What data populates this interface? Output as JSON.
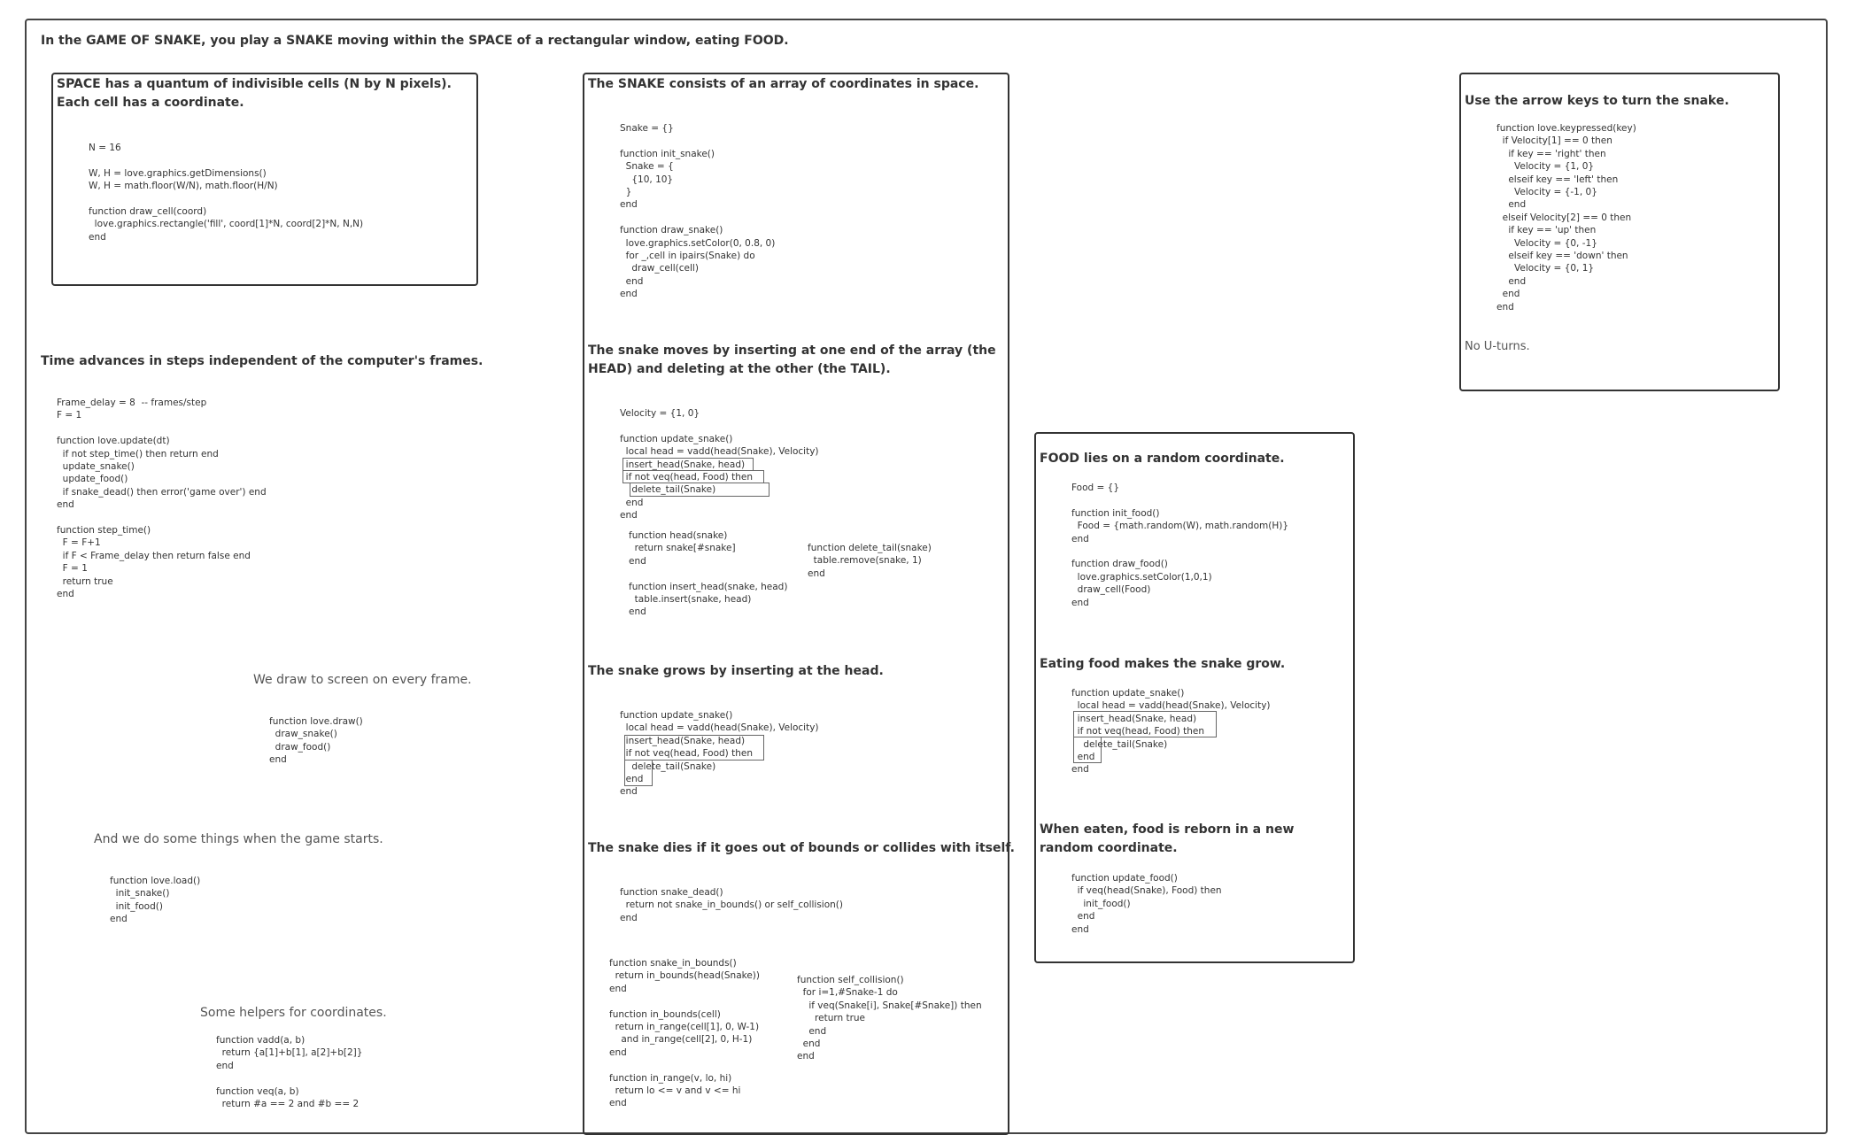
{
  "intro": "In the GAME OF SNAKE, you play a SNAKE moving within the SPACE of a rectangular window, eating FOOD.",
  "space": {
    "heading": "SPACE has a quantum of indivisible cells (N by N pixels). Each cell has a coordinate.",
    "code": "N = 16\n\nW, H = love.graphics.getDimensions()\nW, H = math.floor(W/N), math.floor(H/N)\n\nfunction draw_cell(coord)\n  love.graphics.rectangle('fill', coord[1]*N, coord[2]*N, N,N)\nend"
  },
  "time": {
    "heading": "Time advances in steps independent of the computer's frames.",
    "code": "Frame_delay = 8  -- frames/step\nF = 1\n\nfunction love.update(dt)\n  if not step_time() then return end\n  update_snake()\n  update_food()\n  if snake_dead() then error('game over') end\nend\n\nfunction step_time()\n  F = F+1\n  if F < Frame_delay then return false end\n  F = 1\n  return true\nend"
  },
  "draw": {
    "heading": "We draw to screen on every frame.",
    "code": "function love.draw()\n  draw_snake()\n  draw_food()\nend"
  },
  "load": {
    "heading": "And we do some things when the game starts.",
    "code": "function love.load()\n  init_snake()\n  init_food()\nend"
  },
  "helpers": {
    "heading": "Some helpers for coordinates.",
    "code": "function vadd(a, b)\n  return {a[1]+b[1], a[2]+b[2]}\nend\n\nfunction veq(a, b)\n  return #a == 2 and #b == 2"
  },
  "snake": {
    "heading": "The SNAKE consists of an array of coordinates in space.",
    "code": "Snake = {}\n\nfunction init_snake()\n  Snake = {\n    {10, 10}\n  }\nend\n\nfunction draw_snake()\n  love.graphics.setColor(0, 0.8, 0)\n  for _,cell in ipairs(Snake) do\n    draw_cell(cell)\n  end\nend",
    "moves_heading": "The snake moves by inserting at one end of the array (the HEAD) and deleting at the other (the TAIL).",
    "moves_code": "Velocity = {1, 0}\n\nfunction update_snake()\n  local head = vadd(head(Snake), Velocity)\n  insert_head(Snake, head)\n  if not veq(head, Food) then\n    delete_tail(Snake)\n  end\nend",
    "head_code": "function head(snake)\n  return snake[#snake]\nend\n\nfunction insert_head(snake, head)\n  table.insert(snake, head)\nend",
    "tail_code": "function delete_tail(snake)\n  table.remove(snake, 1)\nend",
    "grows_heading": "The snake grows by inserting at the head.",
    "grows_code": "function update_snake()\n  local head = vadd(head(Snake), Velocity)\n  insert_head(Snake, head)\n  if not veq(head, Food) then\n    delete_tail(Snake)\n  end\nend",
    "dies_heading": "The snake dies if it goes out of bounds or collides with itself.",
    "dies_code": "function snake_dead()\n  return not snake_in_bounds() or self_collision()\nend",
    "bounds_code": "function snake_in_bounds()\n  return in_bounds(head(Snake))\nend\n\nfunction in_bounds(cell)\n  return in_range(cell[1], 0, W-1)\n    and in_range(cell[2], 0, H-1)\nend\n\nfunction in_range(v, lo, hi)\n  return lo <= v and v <= hi\nend",
    "collision_code": "function self_collision()\n  for i=1,#Snake-1 do\n    if veq(Snake[i], Snake[#Snake]) then\n      return true\n    end\n  end\nend"
  },
  "food": {
    "heading": "FOOD lies on a random coordinate.",
    "code": "Food = {}\n\nfunction init_food()\n  Food = {math.random(W), math.random(H)}\nend\n\nfunction draw_food()\n  love.graphics.setColor(1,0,1)\n  draw_cell(Food)\nend",
    "eat_heading": "Eating food makes the snake grow.",
    "eat_code": "function update_snake()\n  local head = vadd(head(Snake), Velocity)\n  insert_head(Snake, head)\n  if not veq(head, Food) then\n    delete_tail(Snake)\n  end\nend",
    "reborn_heading": "When eaten, food is reborn in a new random coordinate.",
    "reborn_code": "function update_food()\n  if veq(head(Snake), Food) then\n    init_food()\n  end\nend"
  },
  "keys": {
    "heading": "Use the arrow keys to turn the snake.",
    "code": "function love.keypressed(key)\n  if Velocity[1] == 0 then\n    if key == 'right' then\n      Velocity = {1, 0}\n    elseif key == 'left' then\n      Velocity = {-1, 0}\n    end\n  elseif Velocity[2] == 0 then\n    if key == 'up' then\n      Velocity = {0, -1}\n    elseif key == 'down' then\n      Velocity = {0, 1}\n    end\n  end\nend",
    "note": "No U-turns."
  }
}
